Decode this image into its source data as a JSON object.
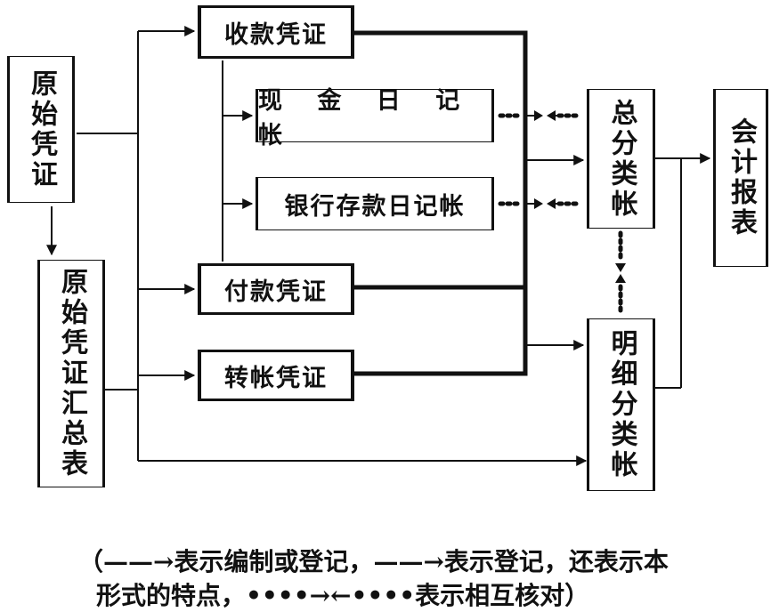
{
  "nodes": {
    "original_voucher": "原始凭证",
    "voucher_summary": "原始凭证汇总表",
    "receipt_voucher": "收款凭证",
    "payment_voucher": "付款凭证",
    "transfer_voucher": "转帐凭证",
    "cash_journal": "现 金 日 记 帐",
    "bank_journal": "银行存款日记帐",
    "general_ledger": "总分类帐",
    "subsidiary_ledger": "明细分类帐",
    "financial_statements": "会计报表"
  },
  "legend": {
    "line1": "（——→表示编制或登记，——→表示登记，还表示本",
    "line2": "形式的特点，••••→←••••表示相互核对）"
  }
}
